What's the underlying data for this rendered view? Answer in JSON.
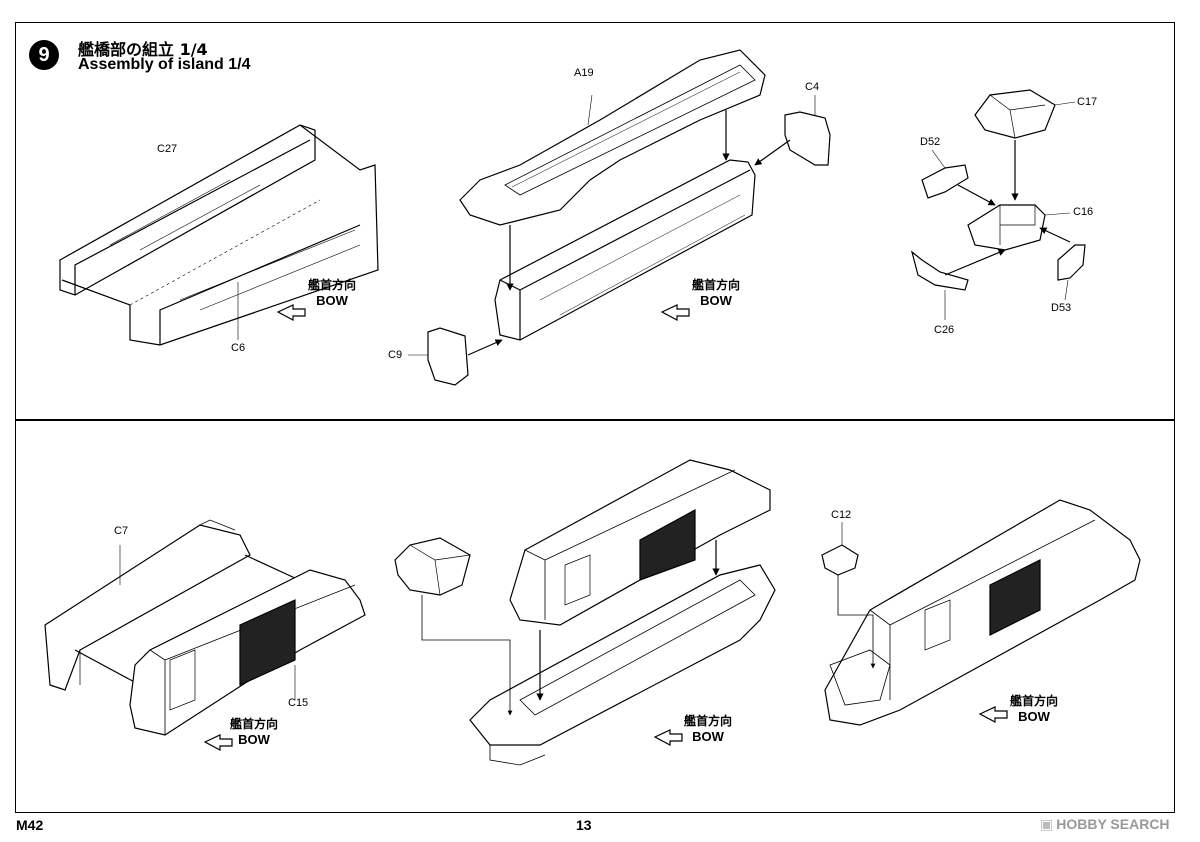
{
  "step": {
    "number": "9",
    "title_jp": "艦橋部の組立 1/4",
    "title_en": "Assembly of island 1/4"
  },
  "parts": {
    "c27": "C27",
    "c6": "C6",
    "a19": "A19",
    "c4": "C4",
    "c9": "C9",
    "c17": "C17",
    "d52": "D52",
    "c16": "C16",
    "d53": "D53",
    "c26": "C26",
    "c7": "C7",
    "c15": "C15",
    "c12": "C12"
  },
  "direction": {
    "jp": "艦首方向",
    "en": "BOW"
  },
  "footer": {
    "model_code": "M42",
    "page_number": "13",
    "watermark": "HOBBY SEARCH"
  }
}
